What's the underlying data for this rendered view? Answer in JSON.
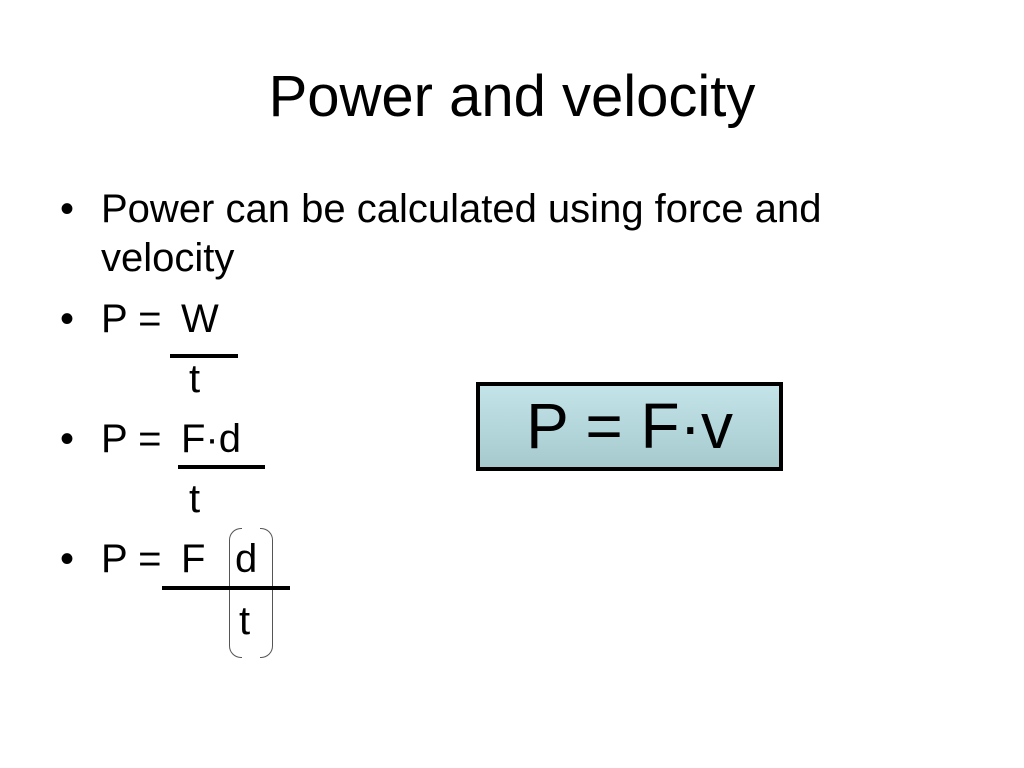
{
  "title": "Power and velocity",
  "bullet_symbol": "•",
  "bullets": [
    {
      "text_line1": "Power can be calculated using force and",
      "text_line2": "velocity"
    },
    {
      "lhs": "P = ",
      "numerator": "W",
      "denominator": "t"
    },
    {
      "lhs": "P = ",
      "numerator": "F·d",
      "denominator": "t"
    },
    {
      "lhs": "P = ",
      "factor": "F",
      "numerator": "d",
      "denominator": "t"
    }
  ],
  "result_formula": "P = F·v",
  "colors": {
    "box_fill": "#b3d6db",
    "box_border": "#000000",
    "text": "#000000",
    "background": "#ffffff"
  }
}
